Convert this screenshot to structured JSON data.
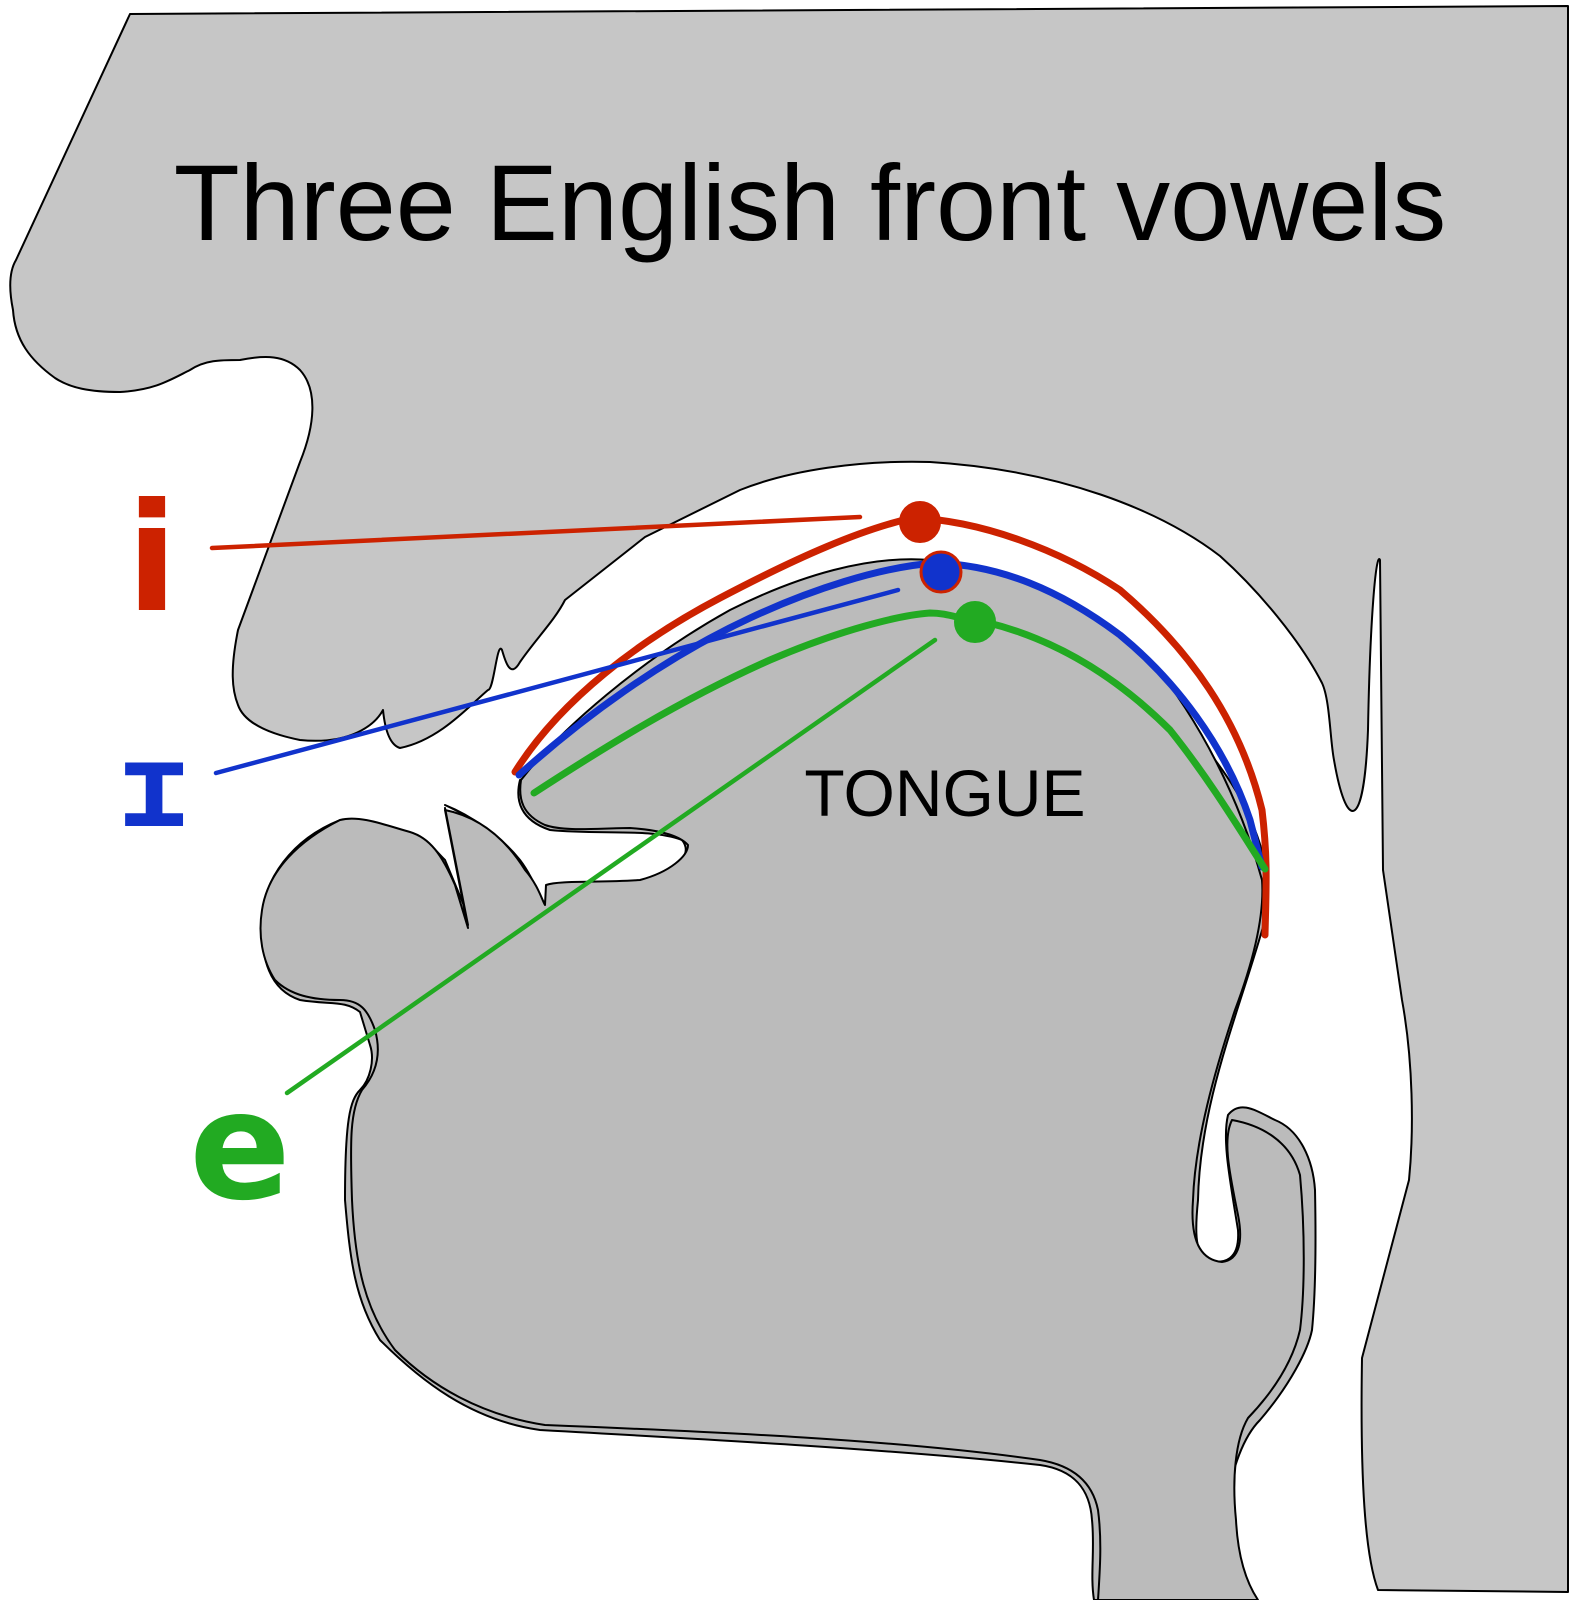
{
  "title": "Three English front vowels",
  "tongue_label": "TONGUE",
  "colors": {
    "head_fill": "#c6c6c6",
    "tongue_fill": "#bbbbbb",
    "outline": "#000000",
    "vowel_i": "#cc2200",
    "vowel_ih": "#1133cc",
    "vowel_e": "#22aa22"
  },
  "vowels": [
    {
      "id": "i",
      "symbol": "i",
      "color": "#cc2200"
    },
    {
      "id": "ih",
      "symbol": "ɪ",
      "color": "#1133cc"
    },
    {
      "id": "e",
      "symbol": "e",
      "color": "#22aa22"
    }
  ]
}
